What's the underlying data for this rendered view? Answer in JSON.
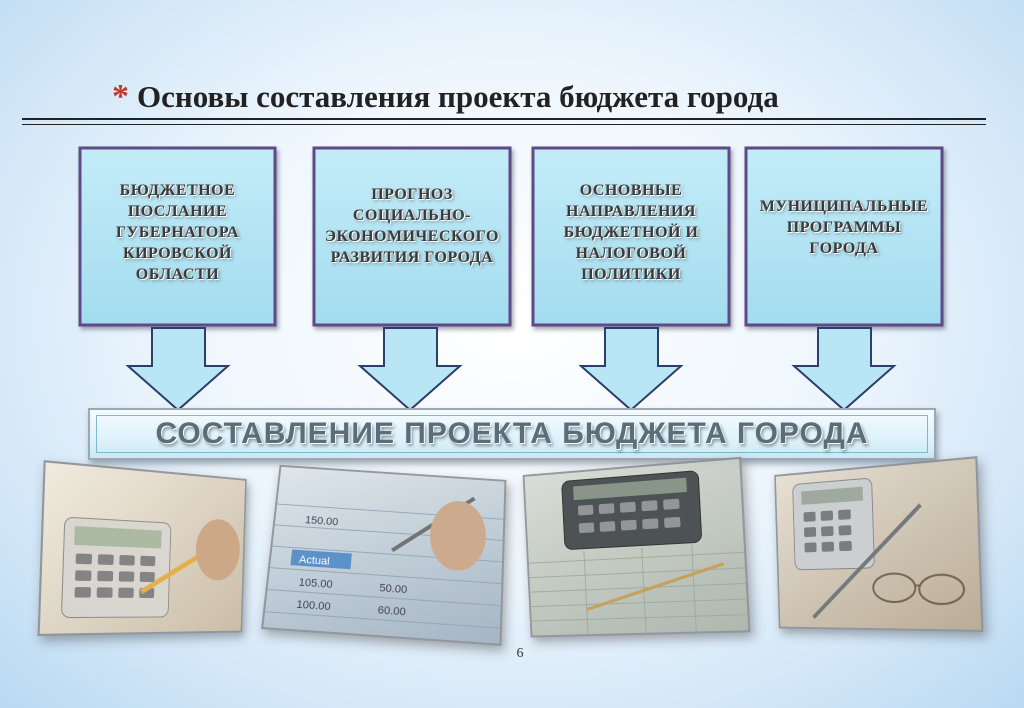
{
  "slide": {
    "title_marker": "*",
    "title": "Основы составления проекта бюджета города",
    "page_number": "6"
  },
  "sources": [
    {
      "lines": [
        "БЮДЖЕТНОЕ",
        "ПОСЛАНИЕ",
        "ГУБЕРНАТОРА",
        "КИРОВСКОЙ",
        "ОБЛАСТИ"
      ]
    },
    {
      "lines": [
        "ПРОГНОЗ",
        "СОЦИАЛЬНО-",
        "ЭКОНОМИЧЕСКОГО",
        "РАЗВИТИЯ ГОРОДА"
      ]
    },
    {
      "lines": [
        "ОСНОВНЫЕ",
        "НАПРАВЛЕНИЯ",
        "БЮДЖЕТНОЙ И",
        "НАЛОГОВОЙ",
        "ПОЛИТИКИ"
      ]
    },
    {
      "lines": [
        "МУНИЦИПАЛЬНЫЕ",
        "ПРОГРАММЫ",
        "ГОРОДА"
      ]
    }
  ],
  "result": {
    "label": "СОСТАВЛЕНИЕ ПРОЕКТА БЮДЖЕТА ГОРОДА"
  },
  "photos": [
    {
      "name": "calculator-with-pen-photo"
    },
    {
      "name": "financial-table-with-pen-photo",
      "table_rows": [
        "150.00",
        "Actual",
        "105.00",
        "50.00",
        "60.00",
        "100.00"
      ]
    },
    {
      "name": "calculator-spreadsheet-photo"
    },
    {
      "name": "calculator-pen-glasses-photo"
    }
  ],
  "colors": {
    "box_fill": "#aee4f4",
    "box_border": "#5e4a86",
    "arrow_fill": "#b8e6f5",
    "arrow_border": "#2c3e6a",
    "title_marker": "#c0392b"
  }
}
